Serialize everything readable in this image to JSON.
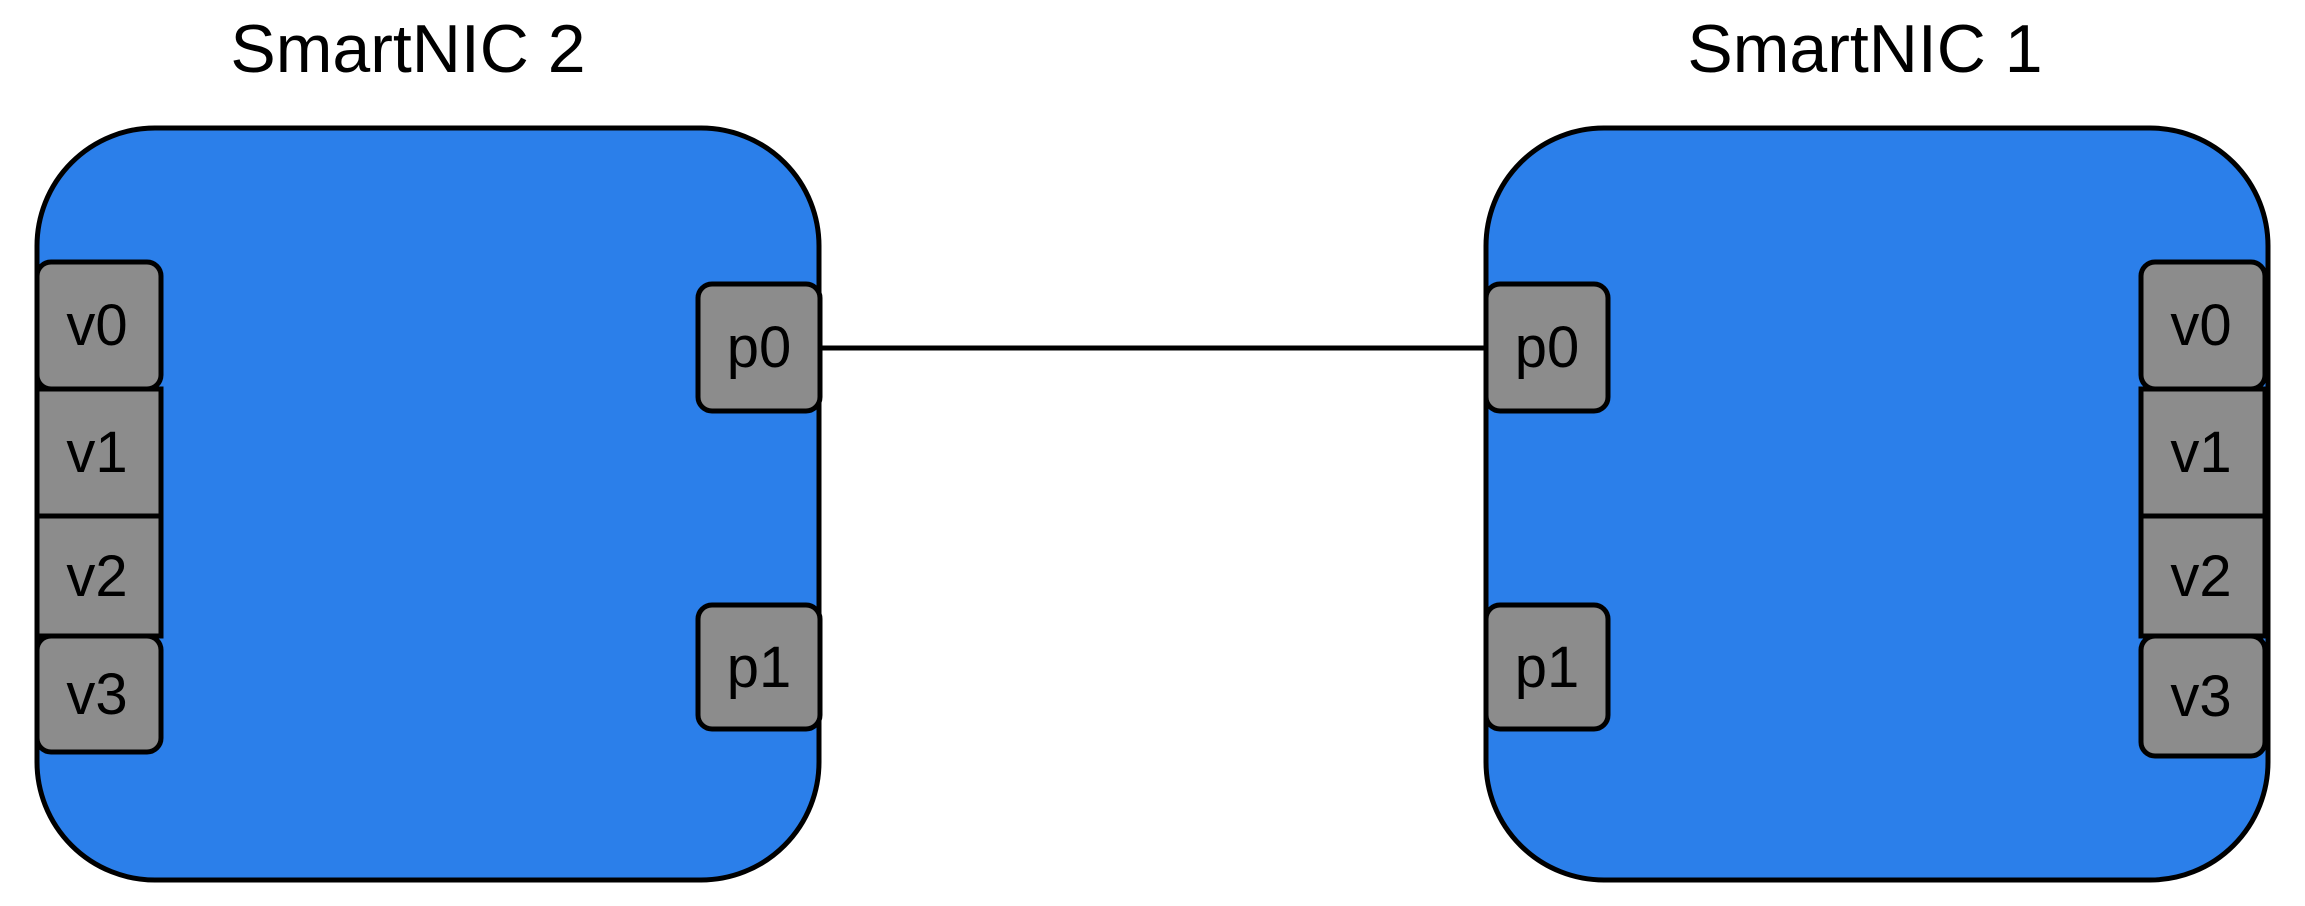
{
  "colors": {
    "nic_fill": "#2b7fea",
    "port_fill": "#8c8c8c",
    "stroke": "#000000",
    "background": "#ffffff"
  },
  "nic_left": {
    "title": "SmartNIC 2",
    "vports": [
      "v0",
      "v1",
      "v2",
      "v3"
    ],
    "pports": [
      "p0",
      "p1"
    ]
  },
  "nic_right": {
    "title": "SmartNIC 1",
    "vports": [
      "v0",
      "v1",
      "v2",
      "v3"
    ],
    "pports": [
      "p0",
      "p1"
    ]
  },
  "link": {
    "from": "SmartNIC 2 p0",
    "to": "SmartNIC 1 p0"
  }
}
